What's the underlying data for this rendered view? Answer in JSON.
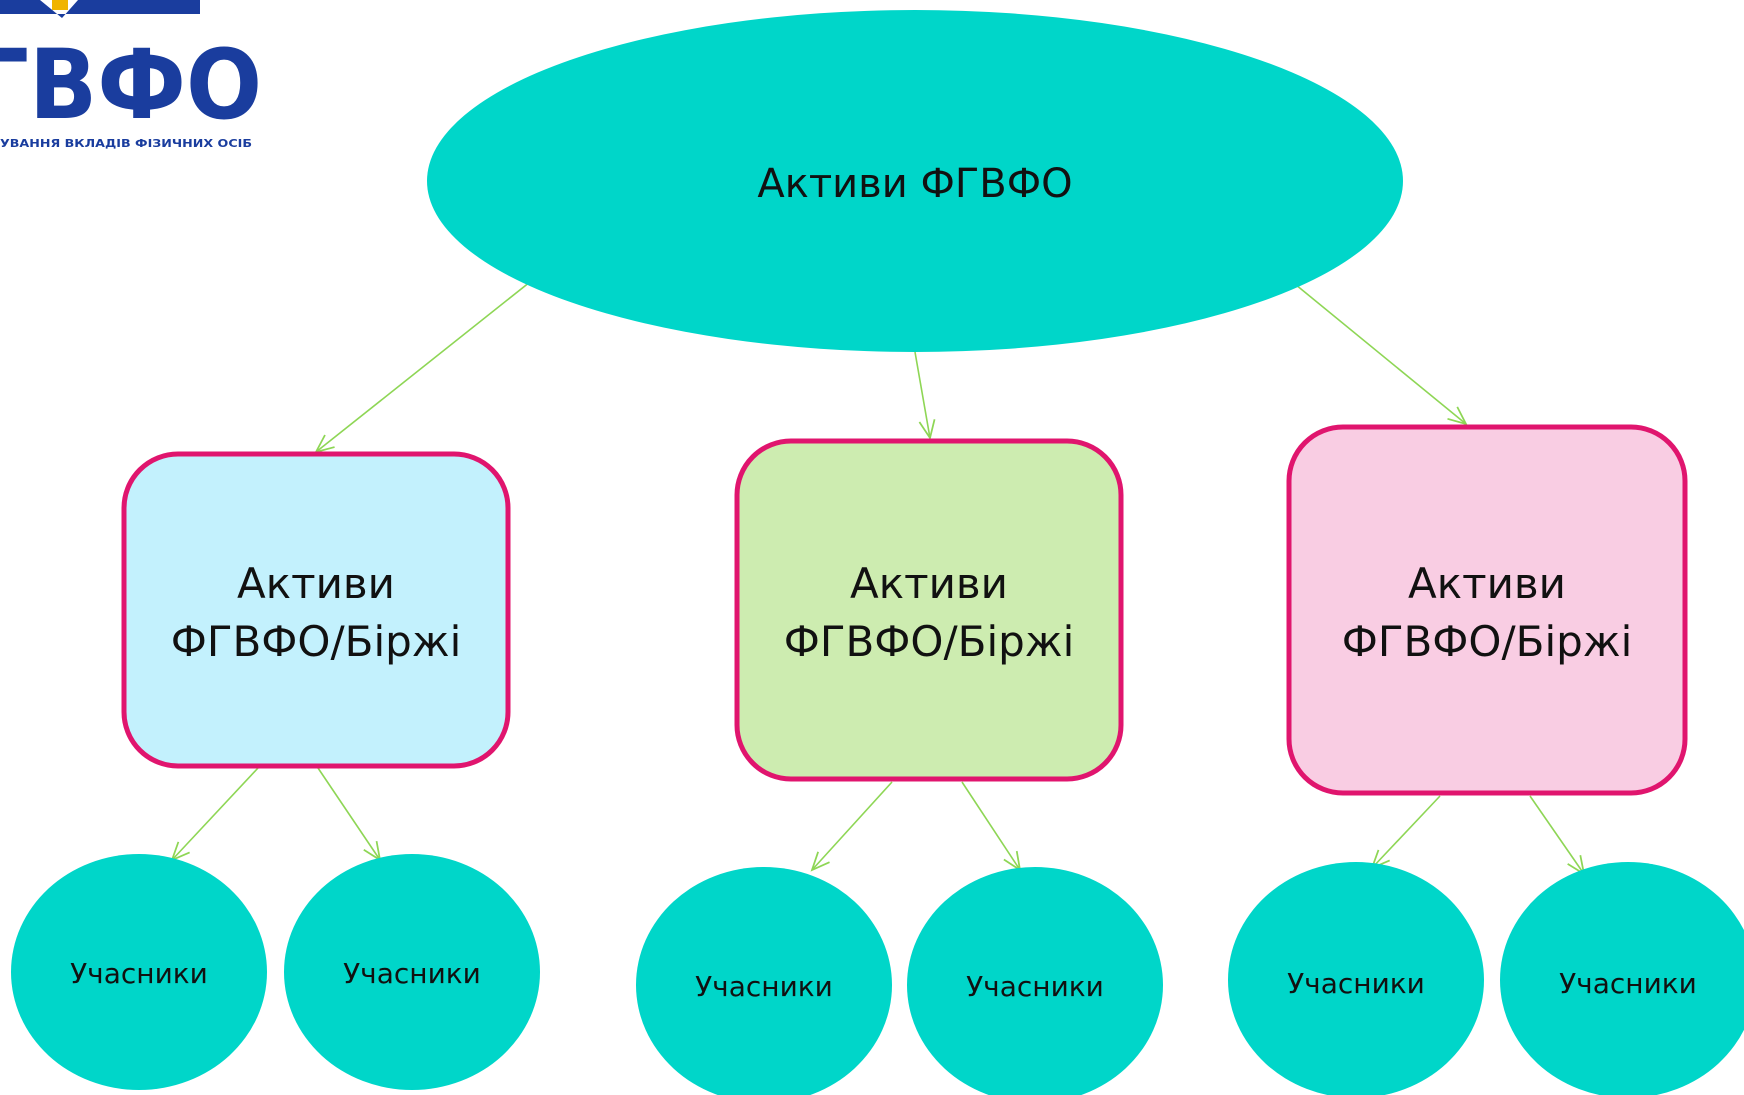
{
  "logo": {
    "letters": "ГВФО",
    "tagline": "УВАННЯ ВКЛАДІВ ФІЗИЧНИХ ОСІБ",
    "brand_color": "#1a3d9e",
    "accent_color": "#f0b400"
  },
  "colors": {
    "teal": "#00d6c9",
    "arrow": "#8ed655",
    "box_border": "#e0156e",
    "box_blue_fill": "#c3f1fd",
    "box_green_fill": "#cdecb0",
    "box_pink_fill": "#f9cde3"
  },
  "root": {
    "label": "Активи ФГВФО"
  },
  "branches": [
    {
      "line1": "Активи",
      "line2": "ФГВФО/Біржі",
      "fill_key": "box_blue_fill",
      "children": [
        "Учасники",
        "Учасники"
      ]
    },
    {
      "line1": "Активи",
      "line2": "ФГВФО/Біржі",
      "fill_key": "box_green_fill",
      "children": [
        "Учасники",
        "Учасники"
      ]
    },
    {
      "line1": "Активи",
      "line2": "ФГВФО/Біржі",
      "fill_key": "box_pink_fill",
      "children": [
        "Учасники",
        "Учасники"
      ]
    }
  ]
}
